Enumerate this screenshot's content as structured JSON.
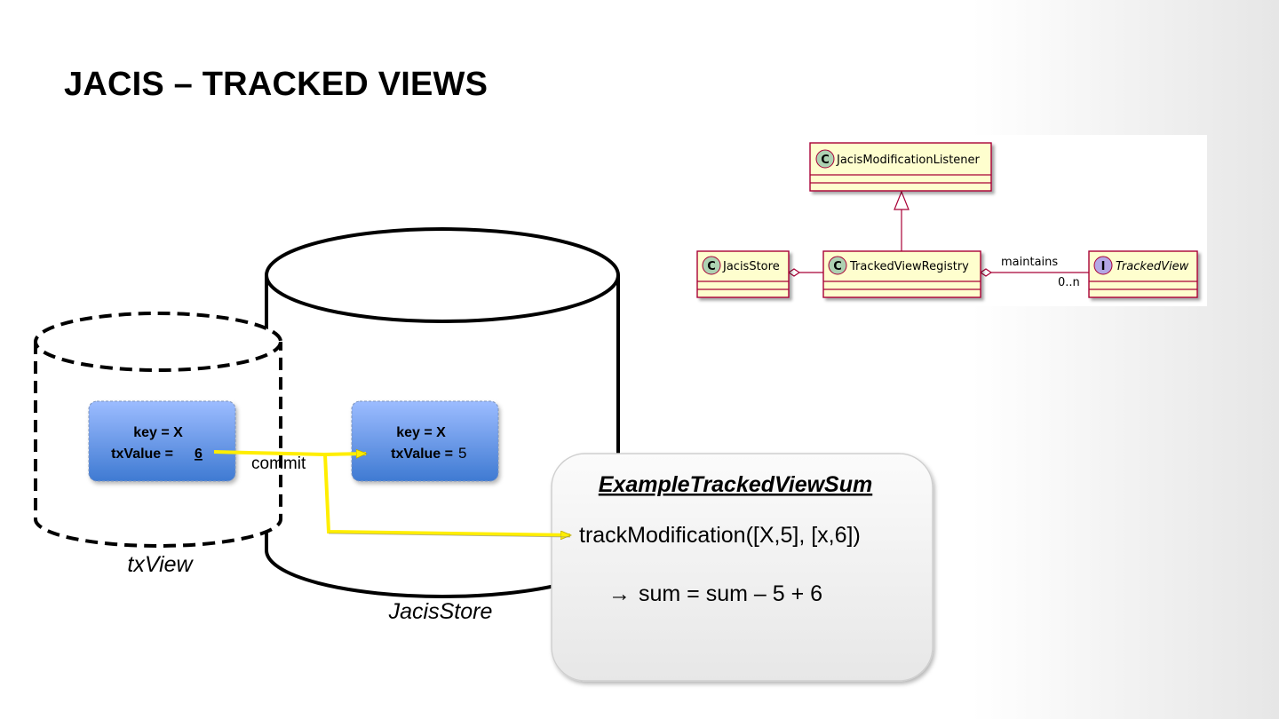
{
  "title": "JACIS – TRACKED VIEWS",
  "diagram": {
    "stores": {
      "tx_view_label": "txView",
      "jacis_store_label": "JacisStore"
    },
    "tx_entry": {
      "key_line": "key =  X",
      "value_label": "txValue = ",
      "value": "6"
    },
    "store_entry": {
      "key_line": "key =  X",
      "value_label": "txValue = ",
      "value": "5"
    },
    "commit_label": "commit",
    "tracked_view_box": {
      "title": "ExampleTrackedViewSum",
      "method_call": "trackModification([X,5], [x,6])",
      "result_arrow": "→",
      "result": "sum = sum – 5 + 6"
    },
    "uml": {
      "class_marker": "C",
      "interface_marker": "I",
      "classes": {
        "listener": "JacisModificationListener",
        "store": "JacisStore",
        "registry": "TrackedViewRegistry",
        "tracked_view": "TrackedView"
      },
      "association_label": "maintains",
      "multiplicity": "0..n"
    },
    "colors": {
      "entry_top": "#9cbcff",
      "entry_bottom": "#3f7ad2",
      "arrow": "#ffee00",
      "uml_fill": "#fefece",
      "uml_border": "#a80036",
      "class_marker": "#add1b2",
      "interface_marker": "#b4a7e5"
    }
  }
}
